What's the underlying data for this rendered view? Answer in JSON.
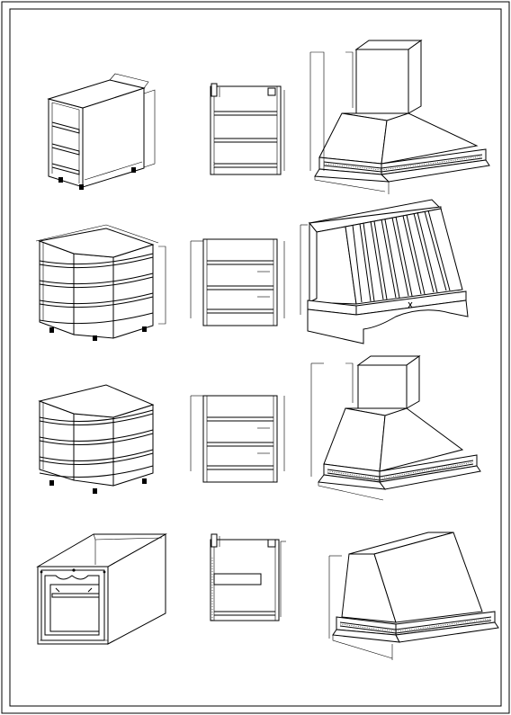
{
  "sheet": {
    "background": "#ffffff",
    "line_color": "#000000",
    "rows": [
      {
        "row": 1,
        "items": [
          "base-cabinet-open-shelves-3d",
          "base-cabinet-elevation",
          "chimney-range-hood-plain"
        ]
      },
      {
        "row": 2,
        "items": [
          "corner-cabinet-shelves-3d",
          "corner-cabinet-elevation",
          "range-hood-fluted-front"
        ]
      },
      {
        "row": 3,
        "items": [
          "corner-cabinet-shelves-3d",
          "corner-cabinet-elevation",
          "chimney-range-hood-plain"
        ]
      },
      {
        "row": 4,
        "items": [
          "sink-base-cabinet-3d",
          "sink-base-elevation",
          "range-hood-tapered"
        ]
      }
    ]
  }
}
